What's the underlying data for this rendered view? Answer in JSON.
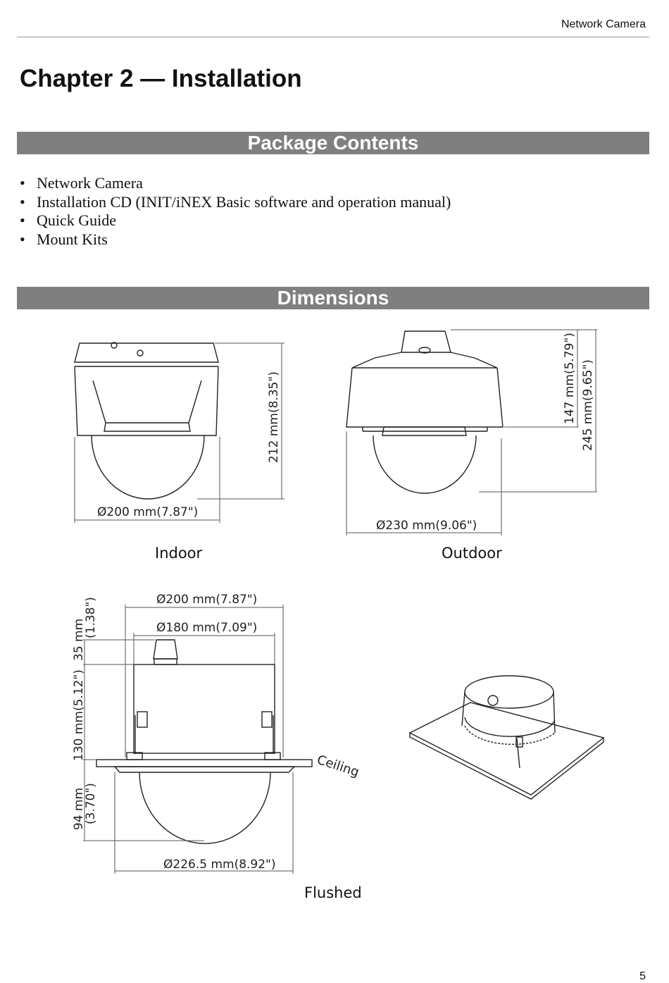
{
  "header": {
    "title": "Network Camera"
  },
  "chapter": {
    "title": "Chapter 2 — Installation"
  },
  "sections": {
    "package": {
      "title": "Package Contents"
    },
    "dimensions": {
      "title": "Dimensions"
    }
  },
  "package_items": [
    "Network Camera",
    "Installation CD (INIT/iNEX Basic software and operation manual)",
    "Quick Guide",
    "Mount Kits"
  ],
  "diagrams": {
    "indoor": {
      "caption": "Indoor",
      "height_label": "212 mm(8.35\")",
      "diameter_label": "Ø200 mm(7.87\")"
    },
    "outdoor": {
      "caption": "Outdoor",
      "upper_height_label": "147 mm(5.79\")",
      "total_height_label": "245 mm(9.65\")",
      "diameter_label": "Ø230 mm(9.06\")"
    },
    "flushed": {
      "caption": "Flushed",
      "outer_diameter_label": "Ø200 mm(7.87\")",
      "inner_diameter_label": "Ø180 mm(7.09\")",
      "top_height_mm": "35 mm",
      "top_height_in": "(1.38\")",
      "body_height_label": "130 mm(5.12\")",
      "dome_height_mm": "94 mm",
      "dome_height_in": "(3.70\")",
      "ceiling_label": "Ceiling",
      "trim_diameter_label": "Ø226.5 mm(8.92\")"
    }
  },
  "page_number": "5"
}
